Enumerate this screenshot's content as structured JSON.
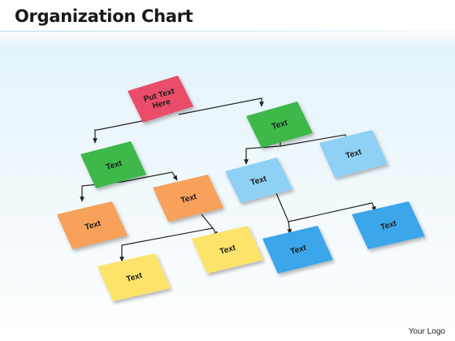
{
  "title": "Organization Chart",
  "logo_text": "Your Logo",
  "nodes": {
    "root": {
      "lines": [
        "Put Text",
        "Here"
      ],
      "color": "#e94e6a"
    },
    "green_right": {
      "lines": [
        "Text"
      ],
      "color": "#3cb84a"
    },
    "green_left": {
      "lines": [
        "Text"
      ],
      "color": "#3cb84a"
    },
    "lightblue_top_right": {
      "lines": [
        "Text"
      ],
      "color": "#8fd0f5"
    },
    "lightblue_mid": {
      "lines": [
        "Text"
      ],
      "color": "#8fd0f5"
    },
    "orange_right": {
      "lines": [
        "Text"
      ],
      "color": "#f7a15a"
    },
    "orange_left": {
      "lines": [
        "Text"
      ],
      "color": "#f7a15a"
    },
    "yellow_right": {
      "lines": [
        "Text"
      ],
      "color": "#fde36b"
    },
    "yellow_left": {
      "lines": [
        "Text"
      ],
      "color": "#fde36b"
    },
    "blue_left": {
      "lines": [
        "Text"
      ],
      "color": "#3ba6ea"
    },
    "blue_right": {
      "lines": [
        "Text"
      ],
      "color": "#3ba6ea"
    }
  }
}
